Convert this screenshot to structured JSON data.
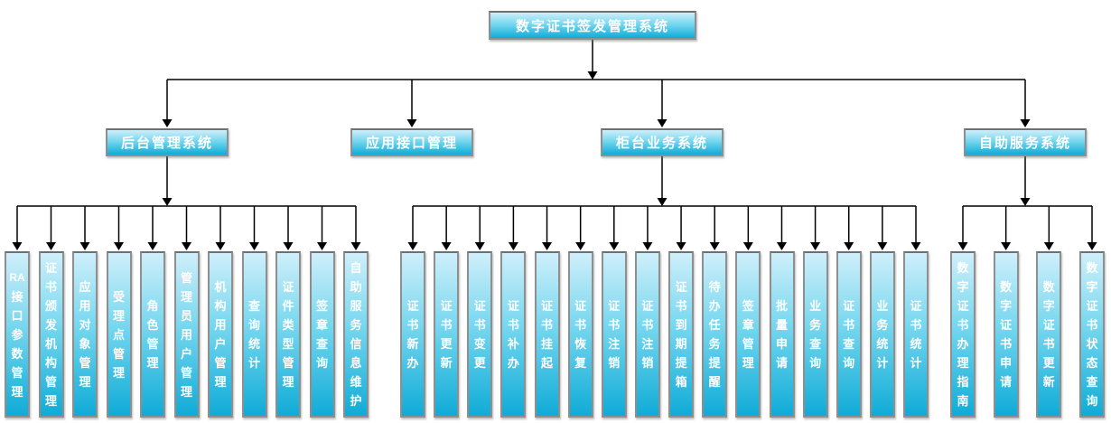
{
  "page": {
    "background": "#ffffff"
  },
  "colors": {
    "box_gradient_top": "#cfeffa",
    "box_gradient_mid": "#76d7ef",
    "box_gradient_bottom": "#0fabd7",
    "box_border": "#8f8f8f",
    "text": "#ffffff",
    "connector": "#000000"
  },
  "tree": {
    "root": {
      "label": "数字证书签发管理系统"
    },
    "branches": [
      {
        "label": "后台管理系统",
        "children": [
          "RA接口参数管理",
          "证书颁发机构管理",
          "应用对象管理",
          "受理点管理",
          "角色管理",
          "管理员用户管理",
          "机构用户管理",
          "查询统计",
          "证件类型管理",
          "签章查询",
          "自助服务信息维护"
        ]
      },
      {
        "label": "应用接口管理",
        "children": []
      },
      {
        "label": "柜台业务系统",
        "children": [
          "证书新办",
          "证书更新",
          "证书变更",
          "证书补办",
          "证书挂起",
          "证书恢复",
          "证书注销",
          "证书注销",
          "证书到期提箱",
          "待办任务提醒",
          "签章管理",
          "批量申请",
          "业务查询",
          "证书查询",
          "业务统计",
          "证书统计"
        ]
      },
      {
        "label": "自助服务系统",
        "children": [
          "数字证书办理指南",
          "数字证书申请",
          "数字证书更新",
          "数字证书状态查询"
        ]
      }
    ]
  }
}
